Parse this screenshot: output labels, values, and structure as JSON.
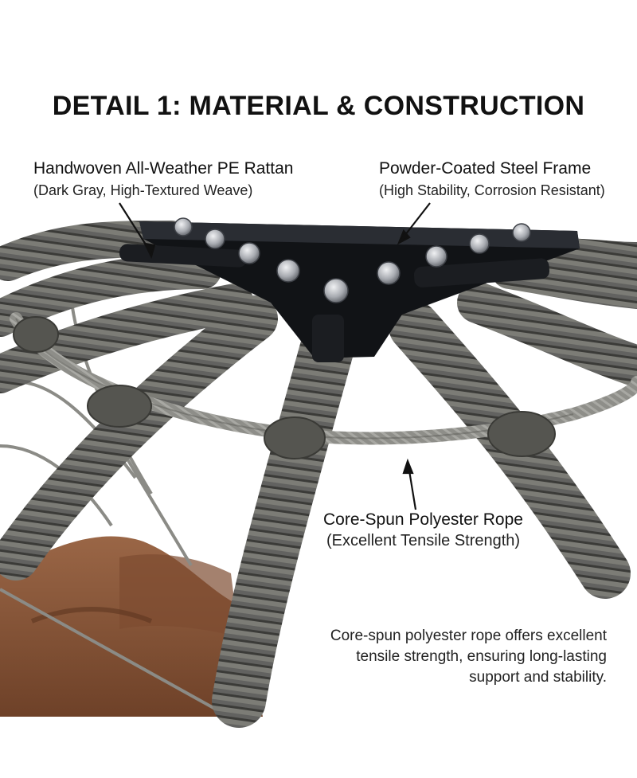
{
  "title": "DETAIL 1: MATERIAL & CONSTRUCTION",
  "callouts": {
    "rattan": {
      "head": "Handwoven All-Weather PE Rattan",
      "sub": "(Dark Gray, High-Textured Weave)"
    },
    "frame": {
      "head": "Powder-Coated Steel Frame",
      "sub": "(High Stability, Corrosion Resistant)"
    },
    "rope": {
      "head": "Core-Spun Polyester Rope",
      "sub": "(Excellent Tensile Strength)"
    }
  },
  "note": "Core-spun polyester rope offers excellent tensile strength, ensuring long-lasting support and stability.",
  "colors": {
    "background": "#ffffff",
    "text": "#111111",
    "rattan": "#5d5d58",
    "rattan_light": "#8a8a82",
    "steel_plate": "#111316",
    "rope": "#8f8f8a",
    "cushion": "#8c5a3c"
  }
}
